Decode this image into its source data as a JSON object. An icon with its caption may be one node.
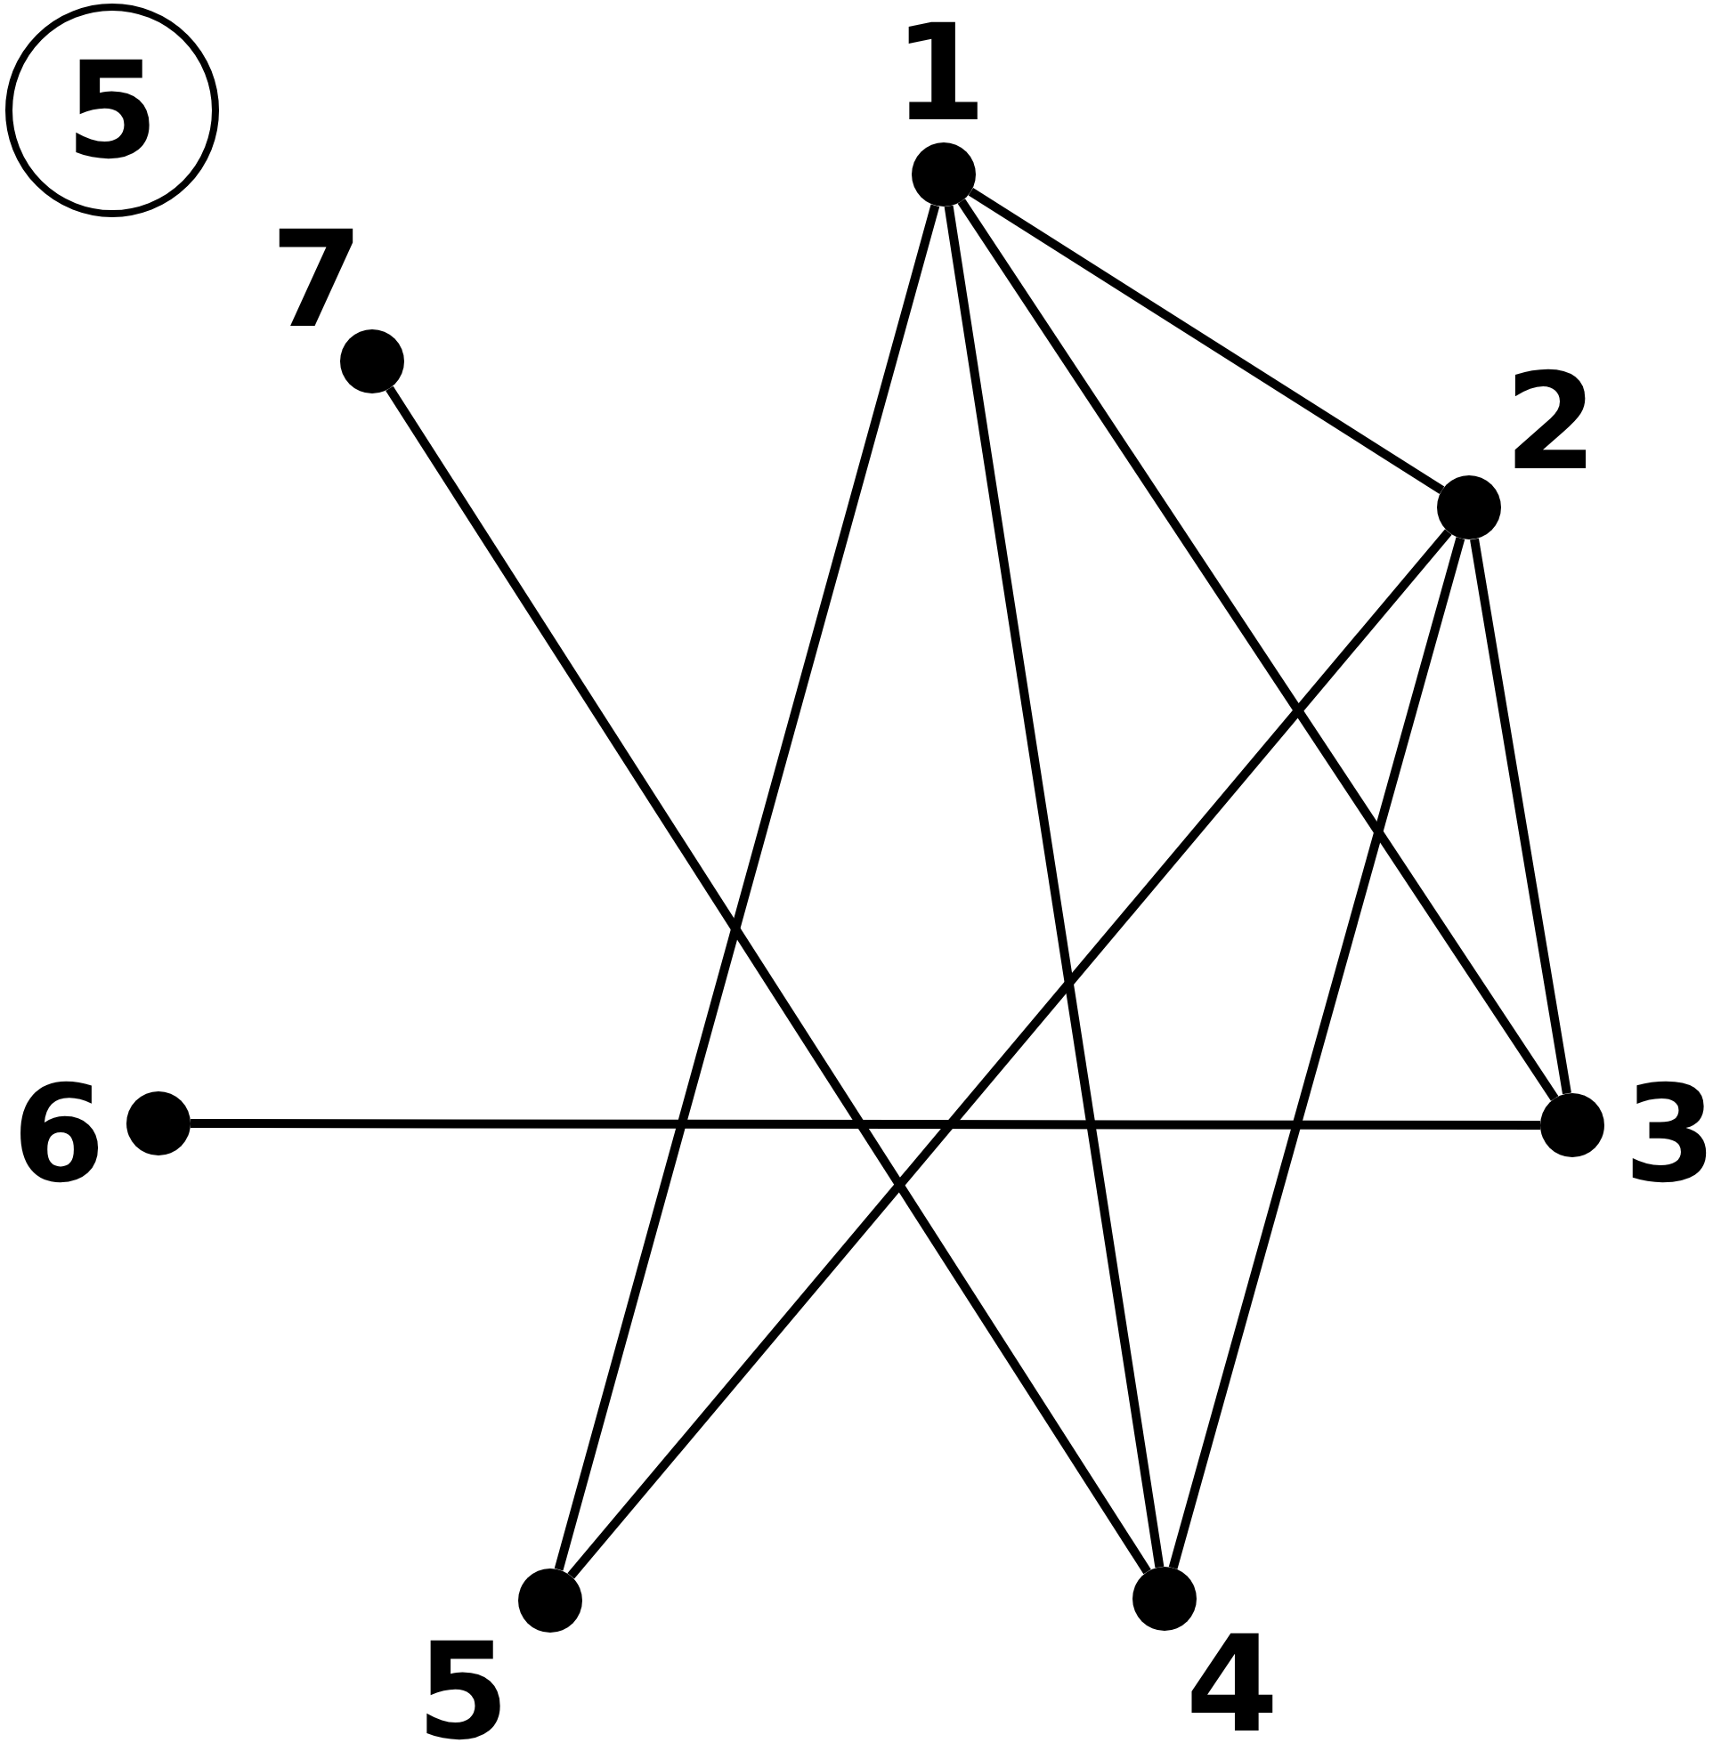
{
  "diagram": {
    "nodes": [
      {
        "text": [
          "5"
        ]
      },
      {
        "text": [],
        "shape": "circle",
        "beside": [
          "1"
        ]
      },
      {
        "text": [],
        "shape": "circle",
        "beside": [
          "2"
        ]
      },
      {
        "text": [],
        "shape": "circle",
        "beside": [
          "3"
        ]
      },
      {
        "text": [],
        "shape": "circle",
        "beside": [
          "4"
        ]
      },
      {
        "text": [],
        "shape": "circle",
        "beside": [
          "5"
        ]
      },
      {
        "text": [],
        "shape": "circle",
        "beside": [
          "6"
        ]
      },
      {
        "text": [],
        "shape": "circle",
        "beside": [
          "7"
        ]
      }
    ],
    "edges": [
      {
        "from": 1,
        "to": 2,
        "arrow": "none"
      },
      {
        "from": 1,
        "to": 3,
        "arrow": "none"
      },
      {
        "from": 1,
        "to": 4,
        "arrow": "none"
      },
      {
        "from": 1,
        "to": 5,
        "arrow": "none"
      },
      {
        "from": 2,
        "to": 3,
        "arrow": "none"
      },
      {
        "from": 2,
        "to": 4,
        "arrow": "none"
      },
      {
        "from": 2,
        "to": 5,
        "arrow": "none"
      },
      {
        "from": 6,
        "to": 3,
        "arrow": "none"
      },
      {
        "from": 7,
        "to": 4,
        "arrow": "none"
      }
    ]
  }
}
